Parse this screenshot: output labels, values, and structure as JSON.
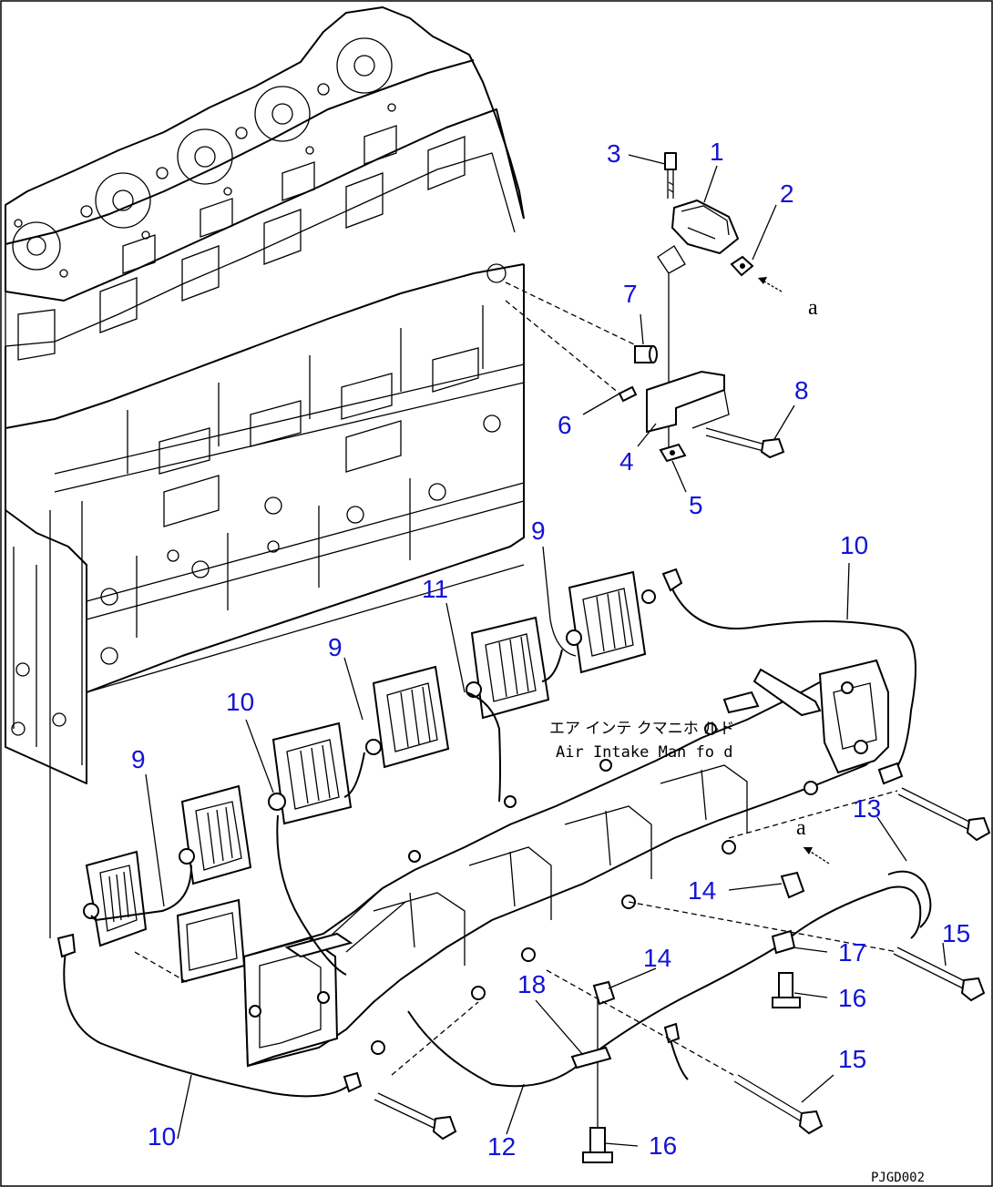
{
  "callouts": [
    {
      "id": "1",
      "text": "1"
    },
    {
      "id": "2",
      "text": "2"
    },
    {
      "id": "3",
      "text": "3"
    },
    {
      "id": "4",
      "text": "4"
    },
    {
      "id": "5",
      "text": "5"
    },
    {
      "id": "6",
      "text": "6"
    },
    {
      "id": "7",
      "text": "7"
    },
    {
      "id": "8",
      "text": "8"
    },
    {
      "id": "9a",
      "text": "9"
    },
    {
      "id": "9b",
      "text": "9"
    },
    {
      "id": "9c",
      "text": "9"
    },
    {
      "id": "10a",
      "text": "10"
    },
    {
      "id": "10b",
      "text": "10"
    },
    {
      "id": "10c",
      "text": "10"
    },
    {
      "id": "11",
      "text": "11"
    },
    {
      "id": "12",
      "text": "12"
    },
    {
      "id": "13",
      "text": "13"
    },
    {
      "id": "14a",
      "text": "14"
    },
    {
      "id": "14b",
      "text": "14"
    },
    {
      "id": "15a",
      "text": "15"
    },
    {
      "id": "15b",
      "text": "15"
    },
    {
      "id": "16a",
      "text": "16"
    },
    {
      "id": "16b",
      "text": "16"
    },
    {
      "id": "17",
      "text": "17"
    },
    {
      "id": "18",
      "text": "18"
    }
  ],
  "arrow_marks": {
    "top": "a",
    "bottom": "a"
  },
  "manifold_label": {
    "jp": "エア インテ クマニホ ルド",
    "en": "Air Intake Man fo d"
  },
  "drawing_ref": "PJGD002",
  "colors": {
    "callout": "#1313d6",
    "line": "#000000",
    "background": "#ffffff"
  }
}
